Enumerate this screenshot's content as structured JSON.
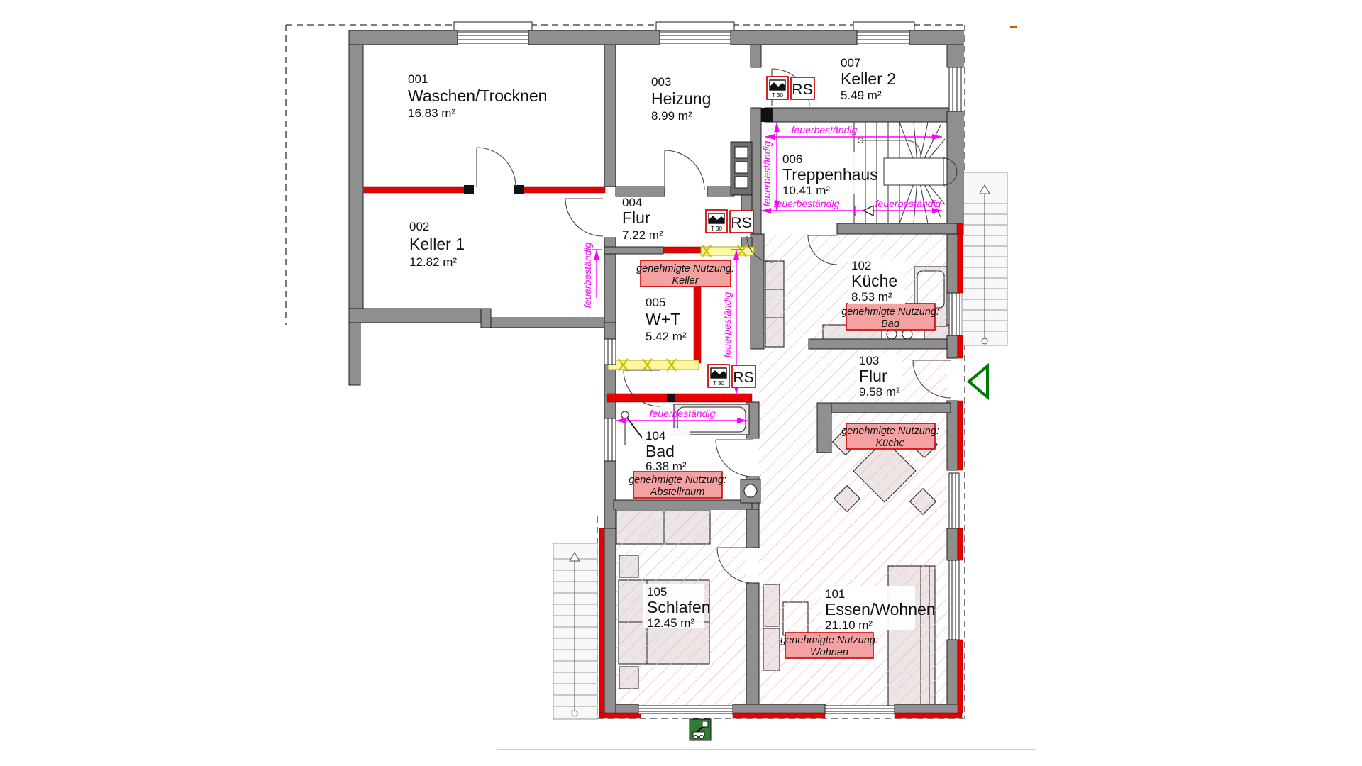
{
  "plan": {
    "rooms": [
      {
        "number": "001",
        "name": "Waschen/Trocknen",
        "area": "16.83 m²"
      },
      {
        "number": "002",
        "name": "Keller 1",
        "area": "12.82 m²"
      },
      {
        "number": "003",
        "name": "Heizung",
        "area": "8.99 m²"
      },
      {
        "number": "004",
        "name": "Flur",
        "area": "7.22 m²"
      },
      {
        "number": "005",
        "name": "W+T",
        "area": "5.42 m²"
      },
      {
        "number": "006",
        "name": "Treppenhaus",
        "area": "10.41 m²"
      },
      {
        "number": "007",
        "name": "Keller 2",
        "area": "5.49 m²"
      },
      {
        "number": "101",
        "name": "Essen/Wohnen",
        "area": "21.10 m²"
      },
      {
        "number": "102",
        "name": "Küche",
        "area": "8.53 m²"
      },
      {
        "number": "103",
        "name": "Flur",
        "area": "9.58 m²"
      },
      {
        "number": "104",
        "name": "Bad",
        "area": "6.38 m²"
      },
      {
        "number": "105",
        "name": "Schlafen",
        "area": "12.45 m²"
      }
    ],
    "usage_notes": [
      {
        "line1": "genehmigte Nutzung:",
        "line2": "Keller"
      },
      {
        "line1": "genehmigte Nutzung:",
        "line2": "Bad"
      },
      {
        "line1": "genehmigte Nutzung:",
        "line2": "Küche"
      },
      {
        "line1": "genehmigte Nutzung:",
        "line2": "Abstellraum"
      },
      {
        "line1": "genehmigte Nutzung:",
        "line2": "Wohnen"
      }
    ],
    "labels": {
      "fire": "feuerbeständig"
    },
    "symbols": {
      "t30": "T 30",
      "rs": "RS"
    },
    "colors": {
      "wall_gray": "#8f8f8f",
      "fire_red": "#e80000",
      "dimension_magenta": "#ff00ff",
      "usage_pink": "#f4a1a1",
      "hatch_pink": "#f2b6b6",
      "entrance_green": "#007a00",
      "removed_wall_yellow": "#fdf6a3"
    }
  }
}
